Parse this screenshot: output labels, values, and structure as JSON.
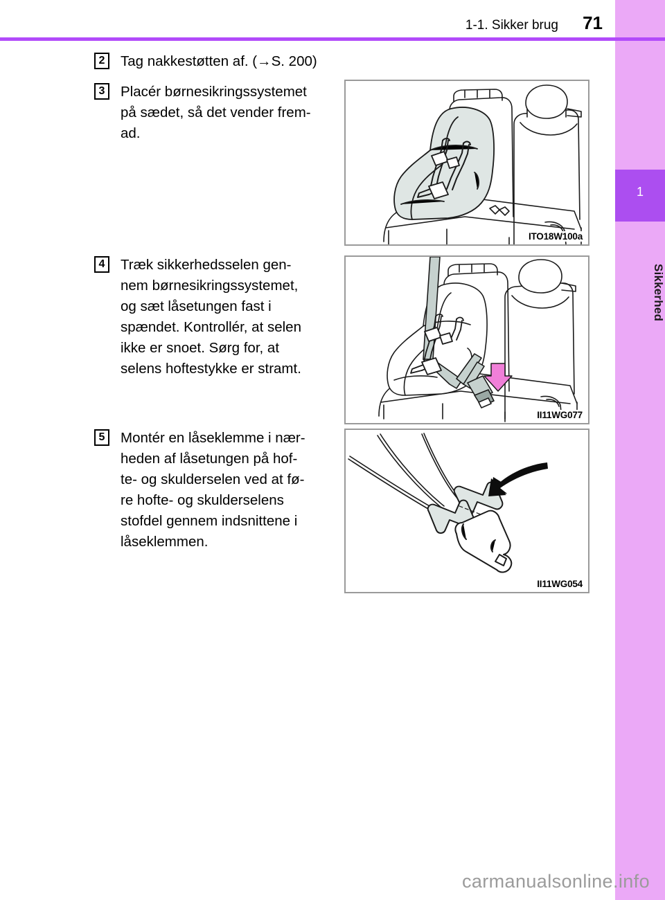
{
  "header": {
    "section": "1-1. Sikker brug",
    "page_number": "71",
    "rule_color": "#b24bfa"
  },
  "sidebar": {
    "chapter_number": "1",
    "chapter_label": "Sikkerhed",
    "band_color": "#eba9f7",
    "tab_color": "#ac4ef0"
  },
  "steps": [
    {
      "number": "2",
      "text": "Tag nakkestøtten af. (→S. 200)"
    },
    {
      "number": "3",
      "lines": [
        "Placér  børnesikringssystemet",
        "på sædet, så det vender frem-",
        "ad."
      ]
    },
    {
      "number": "4",
      "lines": [
        "Træk  sikkerhedsselen  gen-",
        "nem  børnesikringssystemet,",
        "og  sæt  låsetungen  fast  i",
        "spændet. Kontrollér, at selen",
        "ikke  er  snoet.  Sørg  for,  at",
        "selens hoftestykke er stramt."
      ]
    },
    {
      "number": "5",
      "lines": [
        "Montér en låseklemme i nær-",
        "heden  af  låsetungen  på  hof-",
        "te- og skulderselen ved at fø-",
        "re  hofte-  og  skulderselens",
        "stofdel  gennem  indsnittene  i",
        "låseklemmen."
      ]
    }
  ],
  "figures": [
    {
      "caption": "ITO18W100a",
      "alt": "Barnesaede placeret fremadvendt paa bagsaedet"
    },
    {
      "caption": "II11WG077",
      "alt": "Sikkerhedsselen traekkes gennem barnesaedet og laases i spaendet"
    },
    {
      "caption": "II11WG054",
      "alt": "Laaseklemme monteret paa hofte- og skuldersele"
    }
  ],
  "watermark": {
    "text": "carmanualsonline.info"
  }
}
